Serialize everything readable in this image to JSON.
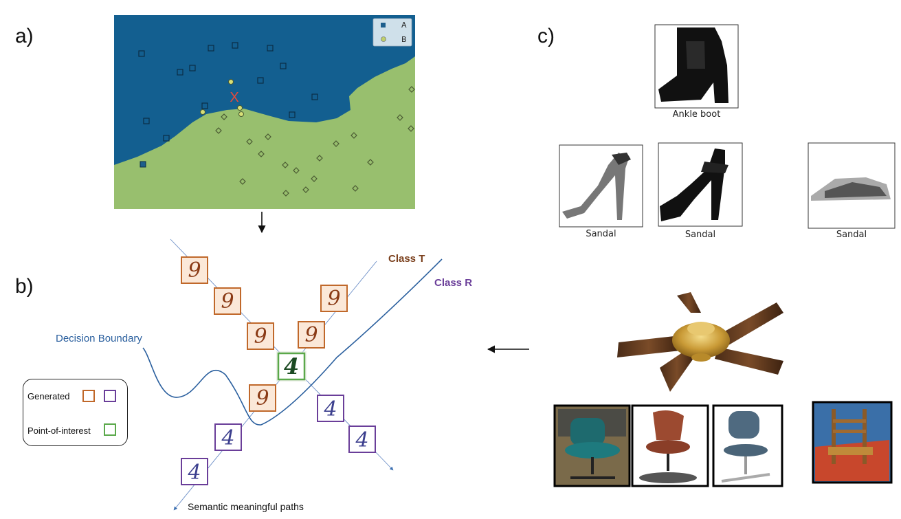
{
  "panels": {
    "a": "a)",
    "b": "b)",
    "c": "c)"
  },
  "scatter": {
    "legend": [
      {
        "label": "A",
        "color": "#1d5e8c"
      },
      {
        "label": "B",
        "color": "#bfcf6c"
      }
    ],
    "marker_x": "X",
    "colors": {
      "region_a": "#135f90",
      "region_b": "#98bf6e",
      "marker_x": "#e84a3a"
    }
  },
  "diagram_b": {
    "class_t": "Class T",
    "class_r": "Class R",
    "decision_boundary": "Decision Boundary",
    "semantic_paths": "Semantic meaningful paths",
    "legend": {
      "generated": "Generated",
      "point_of_interest": "Point-of-interest"
    },
    "digits": {
      "generated_t": "9",
      "generated_r": "4",
      "poi": "4"
    },
    "colors": {
      "class_t": "#7a3f1c",
      "class_r": "#6a3e99",
      "boundary": "#2a5f9e",
      "generated_t": "#c0682a",
      "generated_r": "#6a3e99",
      "poi": "#5aa84a"
    }
  },
  "fashion": {
    "top_label": "Ankle boot",
    "row_labels": [
      "Sandal",
      "Sandal",
      "Sandal"
    ]
  }
}
